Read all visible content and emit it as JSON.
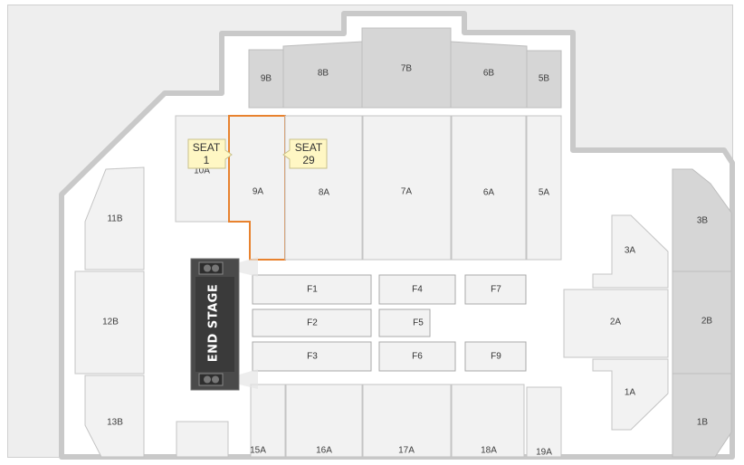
{
  "stage": {
    "label": "END STAGE"
  },
  "sections": {
    "s9B": "9B",
    "s8B": "8B",
    "s7B": "7B",
    "s6B": "6B",
    "s5B": "5B",
    "s10A": "10A",
    "s9A": "9A",
    "s8A": "8A",
    "s7A": "7A",
    "s6A": "6A",
    "s5A": "5A",
    "s11B": "11B",
    "s12B": "12B",
    "s13B": "13B",
    "s3A": "3A",
    "s2A": "2A",
    "s1A": "1A",
    "s3B": "3B",
    "s2B": "2B",
    "s1B": "1B",
    "s15A": "15A",
    "s16A": "16A",
    "s17A": "17A",
    "s18A": "18A",
    "s19A": "19A"
  },
  "floor": {
    "F1": "F1",
    "F2": "F2",
    "F3": "F3",
    "F4": "F4",
    "F5": "F5",
    "F6": "F6",
    "F7": "F7",
    "F9": "F9"
  },
  "highlighted_section": "9A",
  "callouts": {
    "left": {
      "line1": "SEAT",
      "line2": "1"
    },
    "right": {
      "line1": "SEAT",
      "line2": "29"
    }
  },
  "colors": {
    "upper_tier": "#d6d6d6",
    "lower_tier": "#f2f2f2",
    "highlight": "#e8822e",
    "callout_bg": "#fff7c4",
    "stage": "#4a4a4a"
  }
}
